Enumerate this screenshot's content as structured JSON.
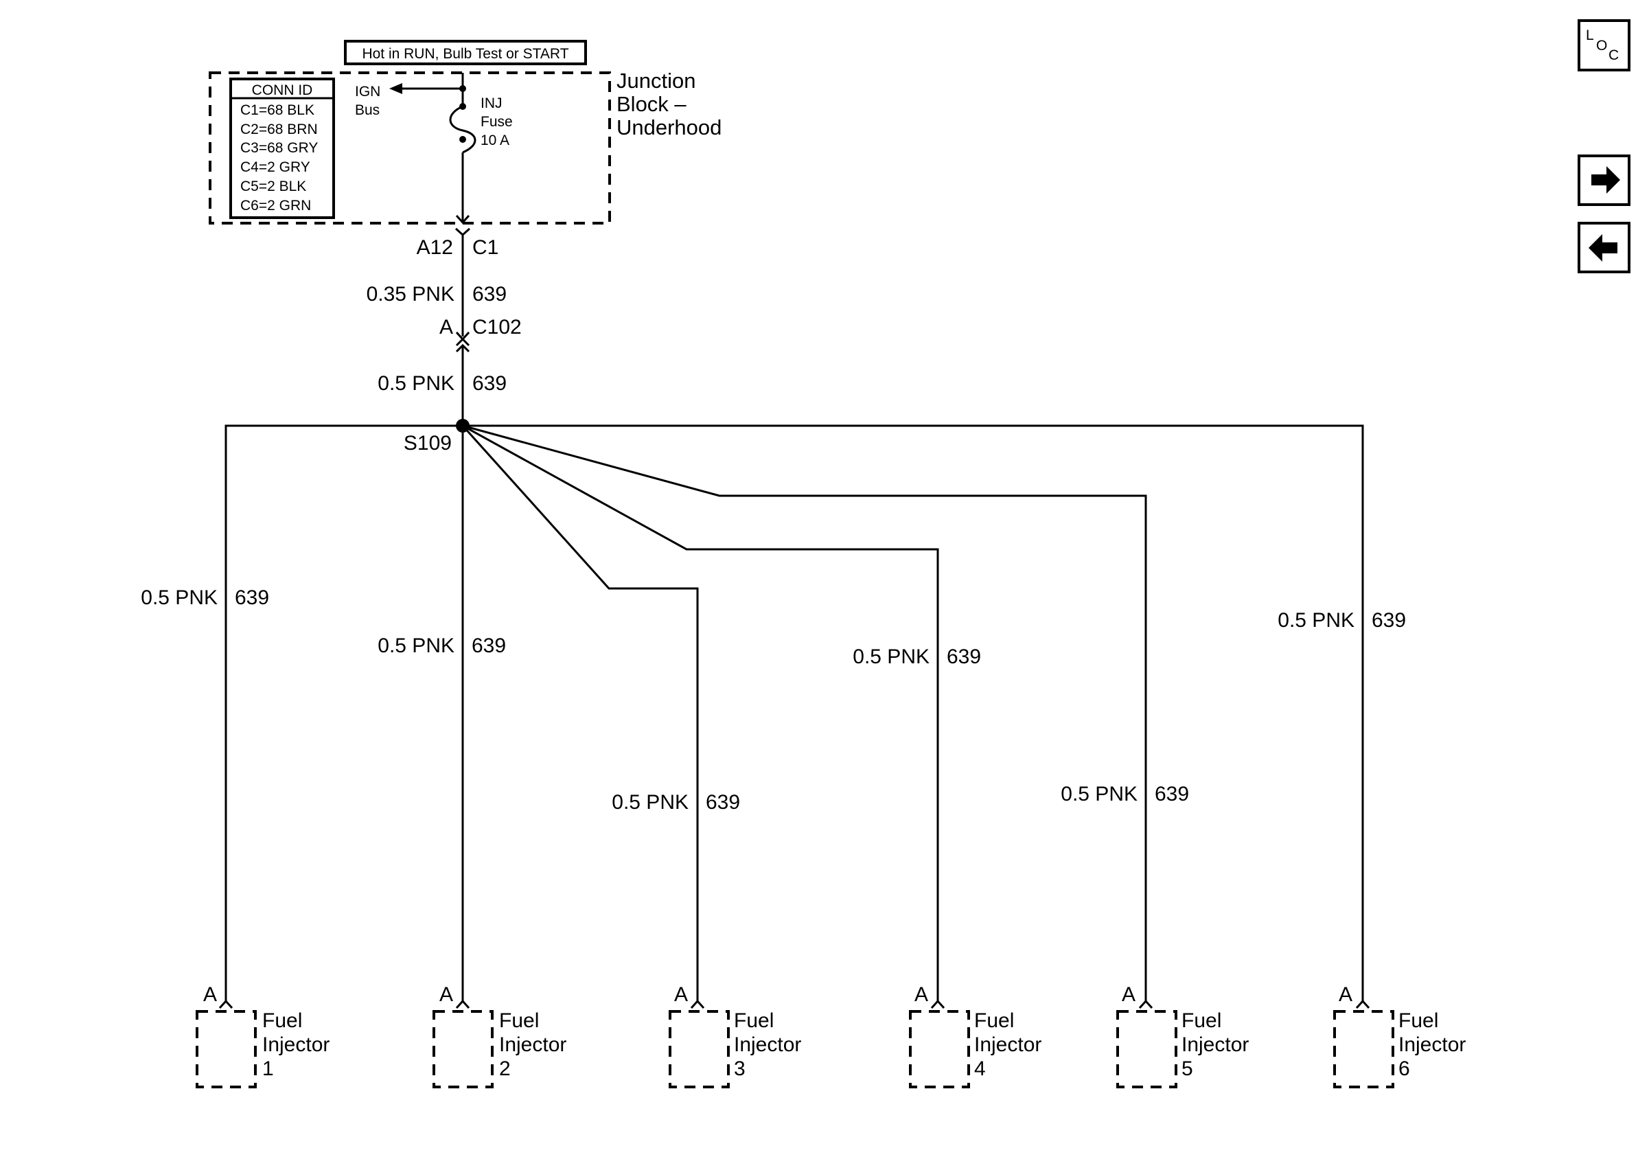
{
  "hot_label": "Hot in RUN, Bulb Test or START",
  "junction_block": {
    "name_lines": [
      "Junction",
      "Block –",
      "Underhood"
    ],
    "conn_id": {
      "header": "CONN ID",
      "rows": [
        "C1=68 BLK",
        "C2=68 BRN",
        "C3=68 GRY",
        "C4=2 GRY",
        "C5=2 BLK",
        "C6=2 GRN"
      ]
    },
    "ign_bus": [
      "IGN",
      "Bus"
    ],
    "fuse": [
      "INJ",
      "Fuse",
      "10 A"
    ]
  },
  "connector_c1": {
    "pin": "A12",
    "name": "C1"
  },
  "wire_top": {
    "size": "0.35 PNK",
    "circuit": "639"
  },
  "connector_c102": {
    "pin": "A",
    "name": "C102"
  },
  "wire_mid": {
    "size": "0.5 PNK",
    "circuit": "639"
  },
  "splice": "S109",
  "branches": [
    {
      "size": "0.5 PNK",
      "circuit": "639",
      "pin": "A",
      "component": [
        "Fuel",
        "Injector",
        "1"
      ]
    },
    {
      "size": "0.5 PNK",
      "circuit": "639",
      "pin": "A",
      "component": [
        "Fuel",
        "Injector",
        "2"
      ]
    },
    {
      "size": "0.5 PNK",
      "circuit": "639",
      "pin": "A",
      "component": [
        "Fuel",
        "Injector",
        "3"
      ]
    },
    {
      "size": "0.5 PNK",
      "circuit": "639",
      "pin": "A",
      "component": [
        "Fuel",
        "Injector",
        "4"
      ]
    },
    {
      "size": "0.5 PNK",
      "circuit": "639",
      "pin": "A",
      "component": [
        "Fuel",
        "Injector",
        "5"
      ]
    },
    {
      "size": "0.5 PNK",
      "circuit": "639",
      "pin": "A",
      "component": [
        "Fuel",
        "Injector",
        "6"
      ]
    }
  ],
  "nav": {
    "loc_letters": [
      "L",
      "O",
      "C"
    ],
    "next_icon": "arrow-right-icon",
    "prev_icon": "arrow-left-icon"
  }
}
